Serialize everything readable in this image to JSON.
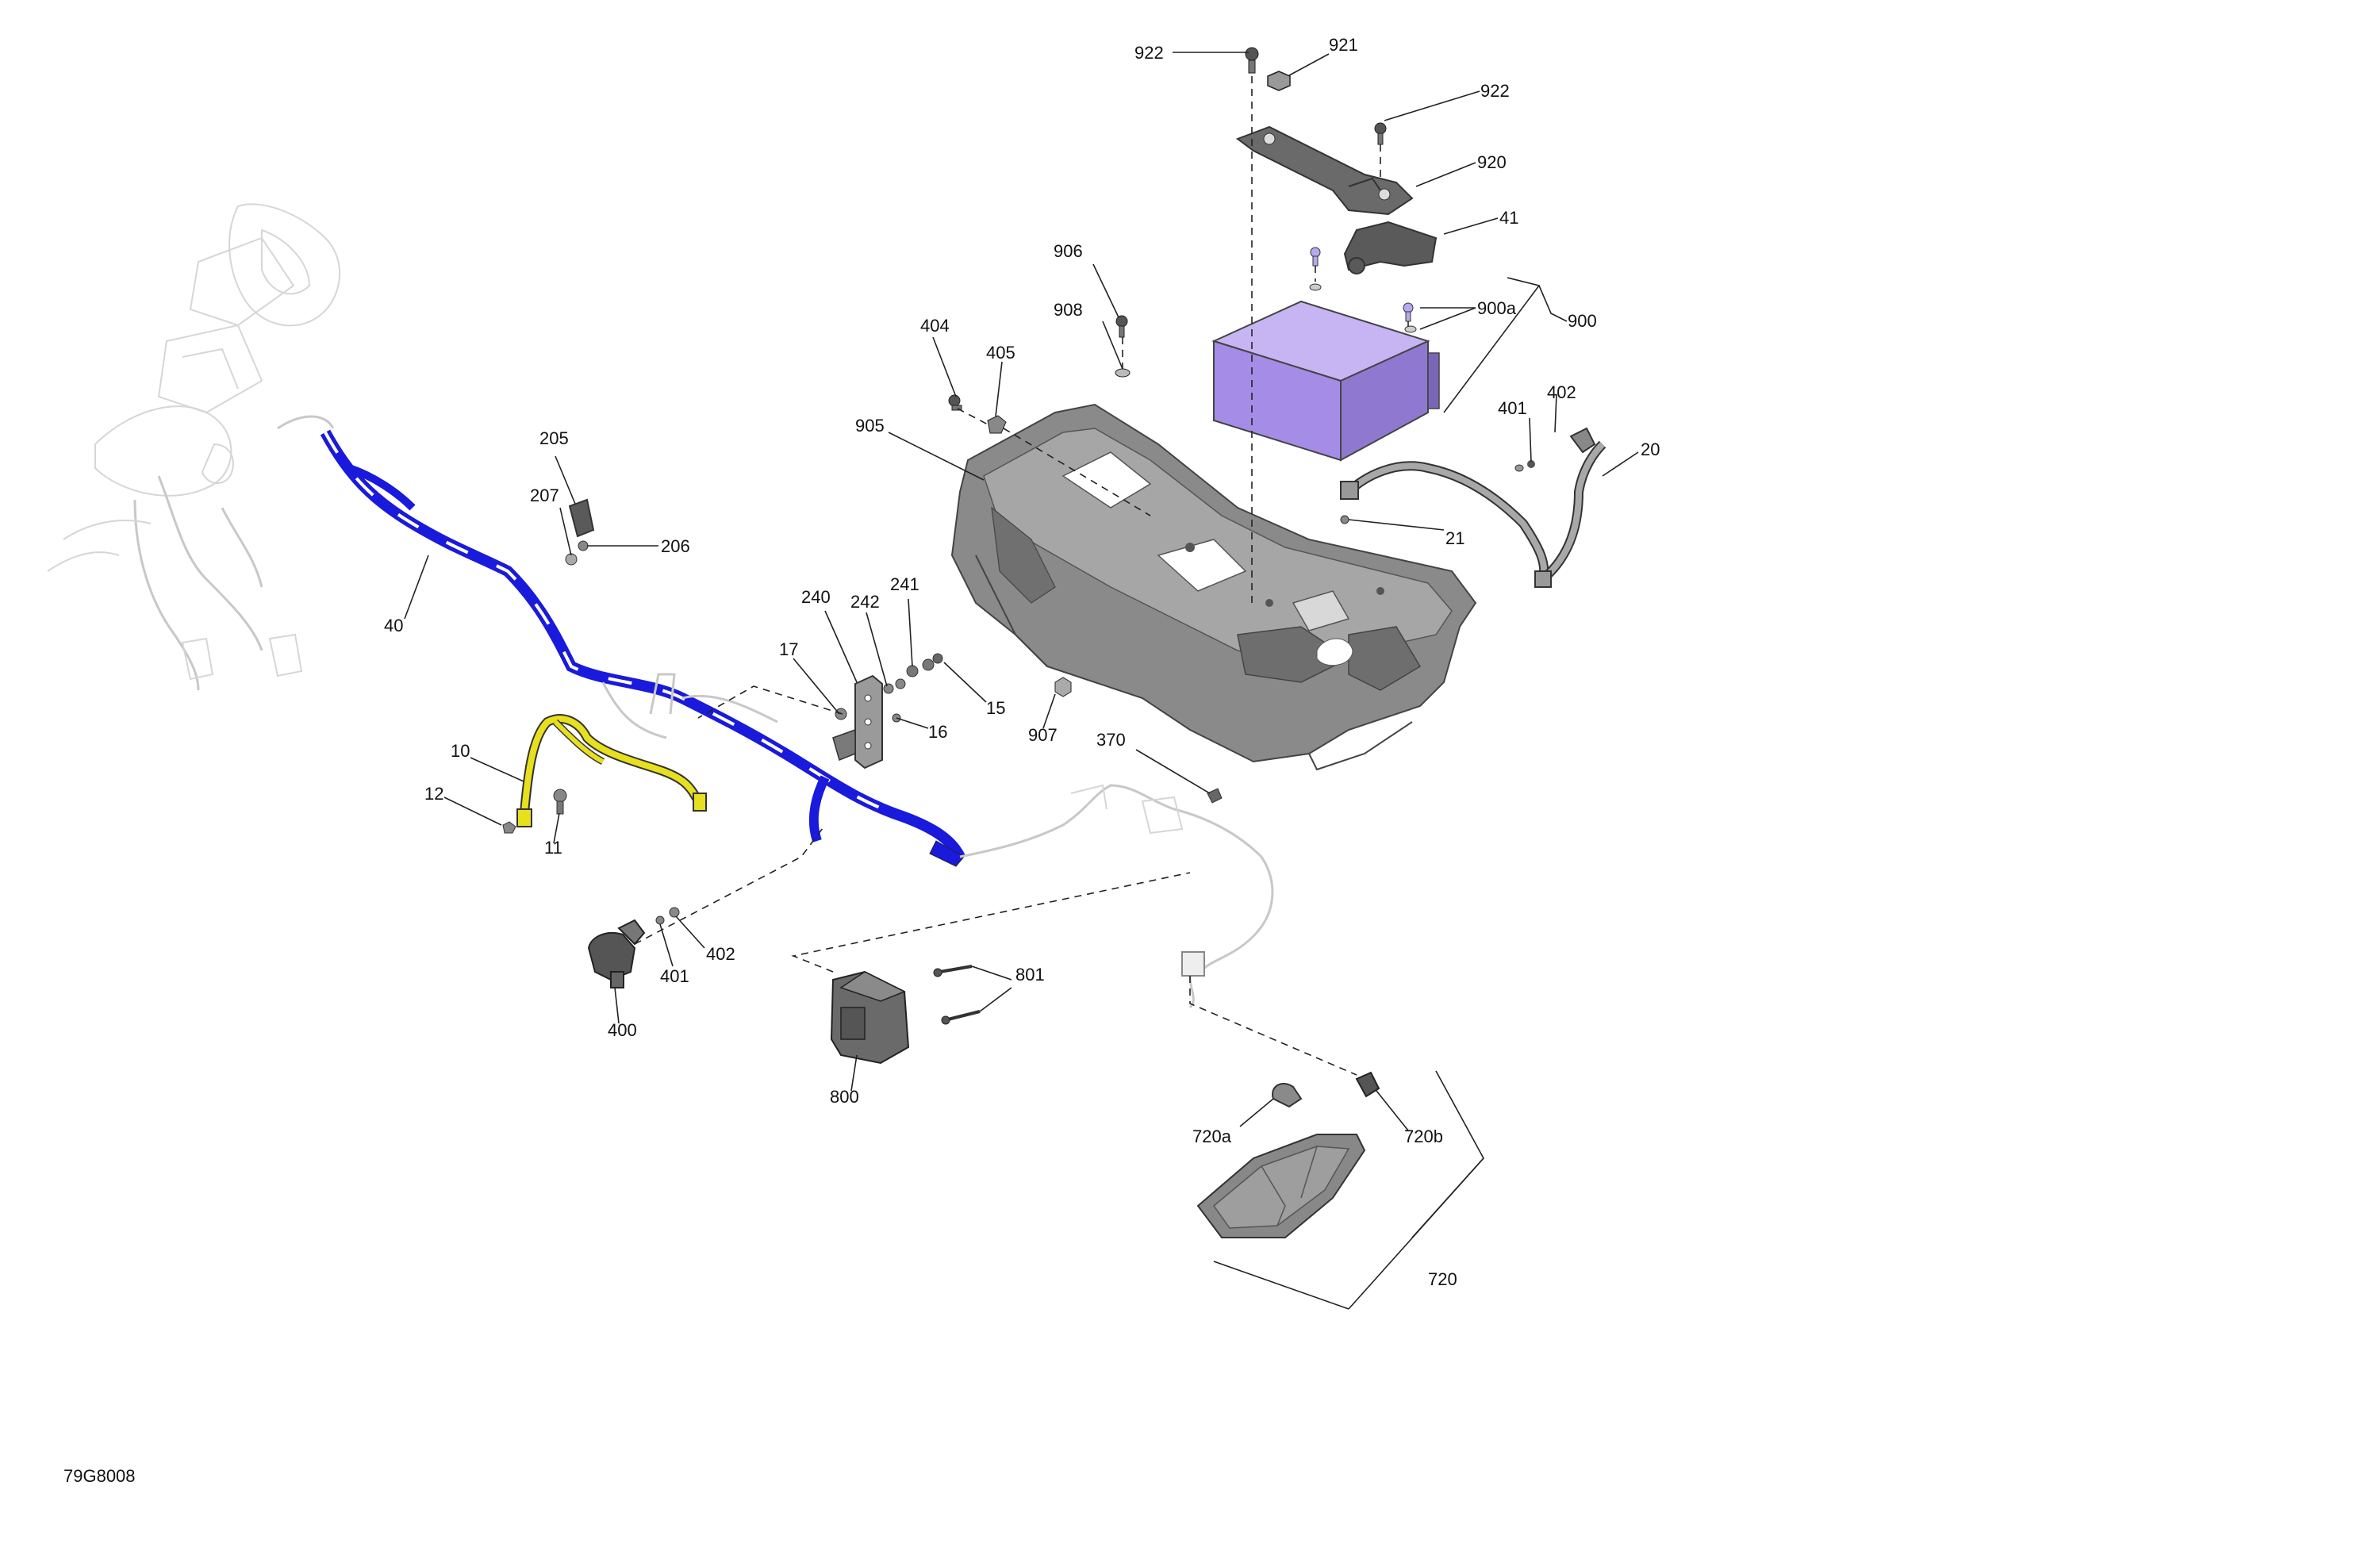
{
  "drawing_id": "79G8008",
  "colors": {
    "main_harness_highlight": "#1a1adc",
    "secondary_harness_highlight": "#e6e01e",
    "battery_highlight": "#a58ce6",
    "part_dark": "#4a4a4a",
    "part_mid": "#7a7a7a",
    "part_light": "#b4b4b4",
    "ghost_parts": "#c8c8c8"
  },
  "callouts": [
    {
      "key": "c922a",
      "label": "922"
    },
    {
      "key": "c921",
      "label": "921"
    },
    {
      "key": "c922b",
      "label": "922"
    },
    {
      "key": "c920",
      "label": "920"
    },
    {
      "key": "c41",
      "label": "41"
    },
    {
      "key": "c906",
      "label": "906"
    },
    {
      "key": "c908",
      "label": "908"
    },
    {
      "key": "c900a",
      "label": "900a"
    },
    {
      "key": "c900",
      "label": "900"
    },
    {
      "key": "c404",
      "label": "404"
    },
    {
      "key": "c405",
      "label": "405"
    },
    {
      "key": "c905",
      "label": "905"
    },
    {
      "key": "c402a",
      "label": "402"
    },
    {
      "key": "c401a",
      "label": "401"
    },
    {
      "key": "c20",
      "label": "20"
    },
    {
      "key": "c21",
      "label": "21"
    },
    {
      "key": "c205",
      "label": "205"
    },
    {
      "key": "c207",
      "label": "207"
    },
    {
      "key": "c206",
      "label": "206"
    },
    {
      "key": "c40",
      "label": "40"
    },
    {
      "key": "c240",
      "label": "240"
    },
    {
      "key": "c242",
      "label": "242"
    },
    {
      "key": "c241",
      "label": "241"
    },
    {
      "key": "c17",
      "label": "17"
    },
    {
      "key": "c15",
      "label": "15"
    },
    {
      "key": "c16",
      "label": "16"
    },
    {
      "key": "c907",
      "label": "907"
    },
    {
      "key": "c370",
      "label": "370"
    },
    {
      "key": "c10",
      "label": "10"
    },
    {
      "key": "c12",
      "label": "12"
    },
    {
      "key": "c11",
      "label": "11"
    },
    {
      "key": "c401b",
      "label": "401"
    },
    {
      "key": "c402b",
      "label": "402"
    },
    {
      "key": "c400",
      "label": "400"
    },
    {
      "key": "c801",
      "label": "801"
    },
    {
      "key": "c800",
      "label": "800"
    },
    {
      "key": "c720a",
      "label": "720a"
    },
    {
      "key": "c720b",
      "label": "720b"
    },
    {
      "key": "c720",
      "label": "720"
    }
  ]
}
